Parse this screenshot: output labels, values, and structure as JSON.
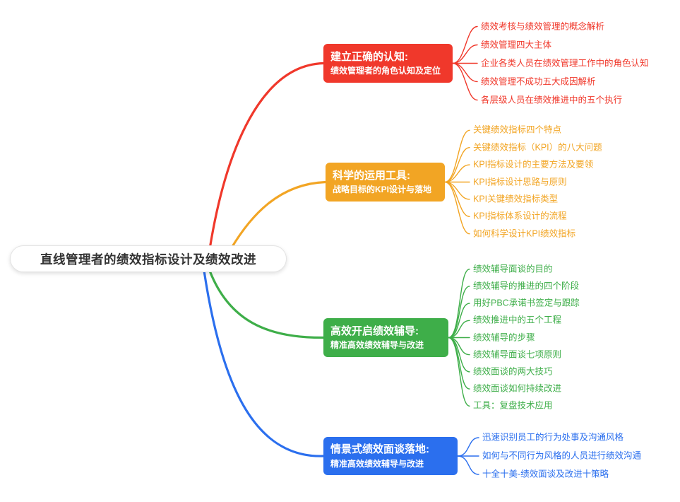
{
  "root": {
    "label": "直线管理者的绩效指标设计及绩效改进"
  },
  "branches": [
    {
      "title": "建立正确的认知:",
      "subtitle": "绩效管理者的角色认知及定位",
      "color": "#F0382B",
      "children": [
        "绩效考核与绩效管理的概念解析",
        "绩效管理四大主体",
        "企业各类人员在绩效管理工作中的角色认知",
        "绩效管理不成功五大成因解析",
        "各层级人员在绩效推进中的五个执行"
      ]
    },
    {
      "title": "科学的运用工具:",
      "subtitle": "战略目标的KPI设计与落地",
      "color": "#F2A524",
      "children": [
        "关键绩效指标四个特点",
        "关键绩效指标（KPI）的八大问题",
        "KPI指标设计的主要方法及要领",
        "KPI指标设计思路与原则",
        "KPI关键绩效指标类型",
        "KPI指标体系设计的流程",
        "如何科学设计KPI绩效指标"
      ]
    },
    {
      "title": "高效开启绩效辅导:",
      "subtitle": "精准高效绩效辅导与改进",
      "color": "#3EAE49",
      "children": [
        "绩效辅导面谈的目的",
        "绩效辅导的推进的四个阶段",
        "用好PBC承诺书签定与跟踪",
        "绩效推进中的五个工程",
        "绩效辅导的步骤",
        "绩效辅导面谈七项原则",
        "绩效面谈的两大技巧",
        "绩效面谈如何持续改进",
        "工具：复盘技术应用"
      ]
    },
    {
      "title": "情景式绩效面谈落地:",
      "subtitle": "精准高效绩效辅导与改进",
      "color": "#2B6FEE",
      "children": [
        "迅速识别员工的行为处事及沟通风格",
        "如何与不同行为风格的人员进行绩效沟通",
        "十全十美-绩效面谈及改进十策略"
      ]
    }
  ]
}
